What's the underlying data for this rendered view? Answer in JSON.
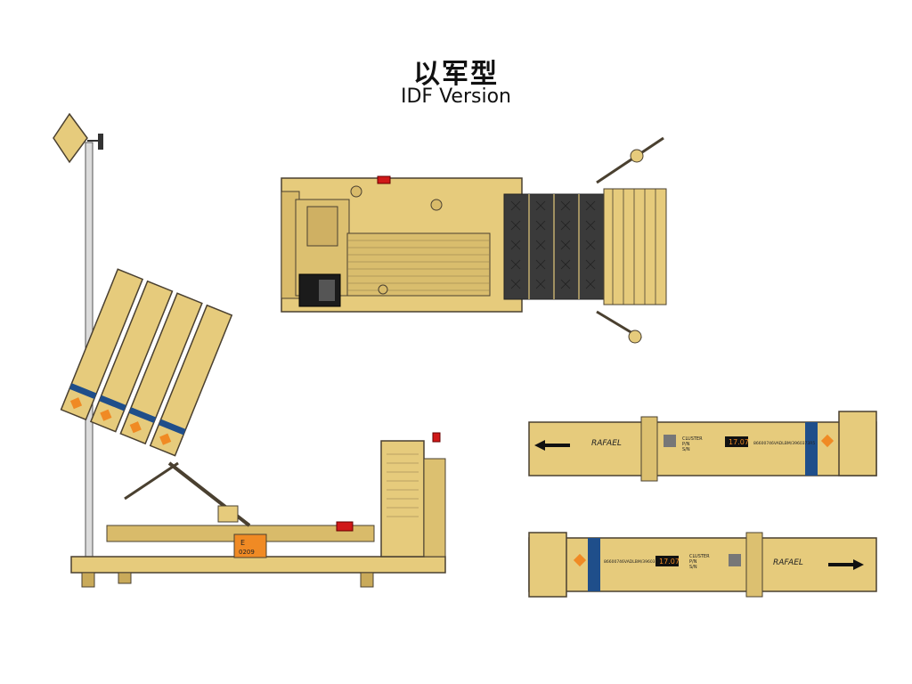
{
  "title": {
    "zh": "以军型",
    "en": "IDF Version"
  },
  "colors": {
    "sand": "#e6cb7c",
    "sand_dark": "#cfb063",
    "outline": "#4a4030",
    "blue_band": "#1f4e8a",
    "hazard": "#f08a24",
    "red_light": "#d01818"
  },
  "top_view": {
    "cell_rows": 5,
    "cell_cols": 4
  },
  "side_view": {
    "hazmat_plate_top": "E",
    "hazmat_plate_code": "0209"
  },
  "container_views": [
    {
      "brand": "RAFAEL",
      "label_lines": [
        "CLUSTER",
        "P/N",
        "S/N"
      ],
      "lot_number": "17.07",
      "serial_line": "86600746VADLBM/3960373R5"
    },
    {
      "brand": "RAFAEL",
      "label_lines": [
        "CLUSTER",
        "P/N",
        "S/N"
      ],
      "lot_number": "17.07",
      "serial_line": "86600746VADLBM/3960373R5"
    }
  ]
}
